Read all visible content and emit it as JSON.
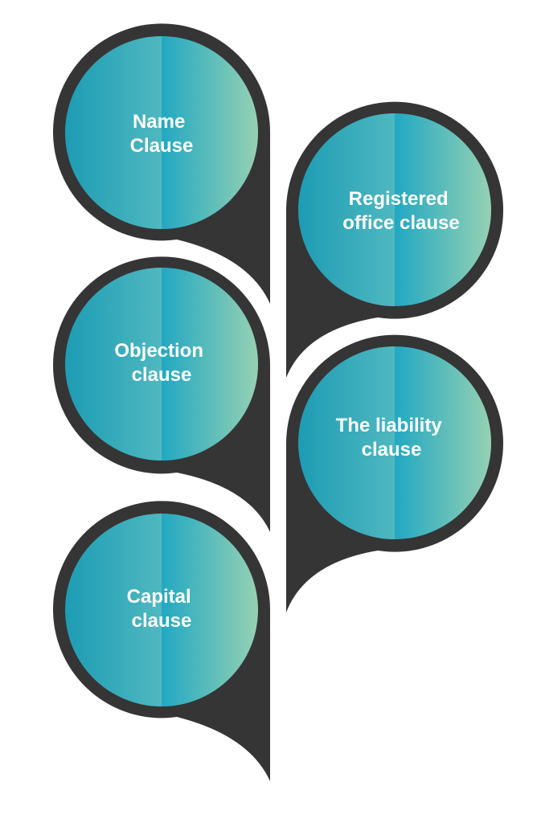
{
  "colors": {
    "background": "#ffffff",
    "pin": "#353535",
    "disc_left": "#1d9cb4",
    "disc_mid": "#28b0c4",
    "disc_right": "#93d0b4",
    "text": "#ffffff"
  },
  "nodes": [
    {
      "id": "name",
      "lines": [
        "Name",
        "Clause"
      ]
    },
    {
      "id": "registered",
      "lines": [
        "Registered",
        "office clause"
      ]
    },
    {
      "id": "objection",
      "lines": [
        "Objection",
        "clause"
      ]
    },
    {
      "id": "liability",
      "lines": [
        "The liability",
        "clause"
      ]
    },
    {
      "id": "capital",
      "lines": [
        "Capital",
        "clause"
      ]
    }
  ]
}
